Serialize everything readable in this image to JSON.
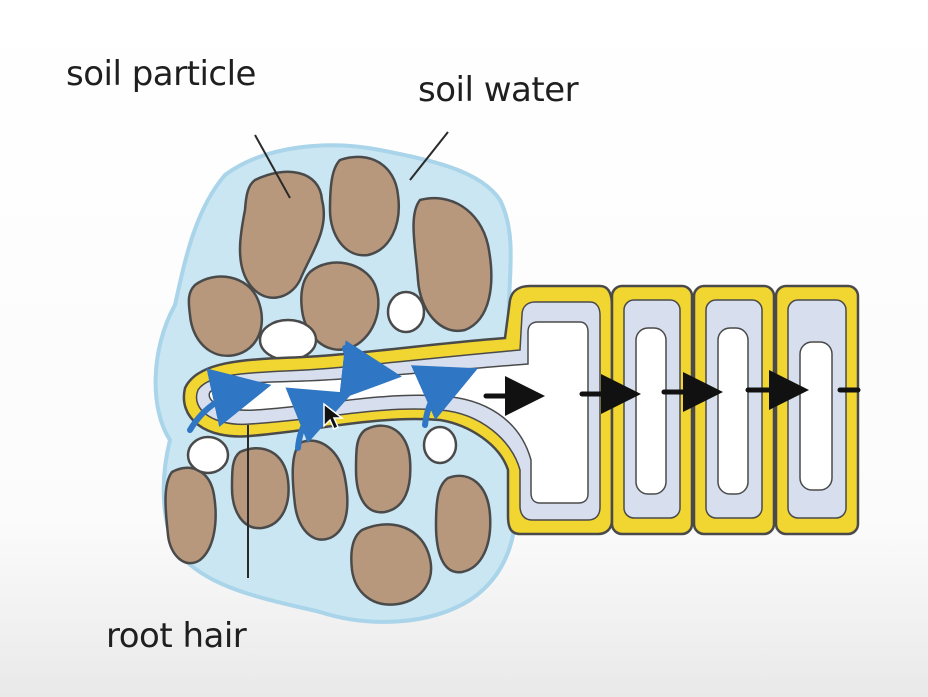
{
  "labels": {
    "soil_particle": "soil particle",
    "soil_water": "soil water",
    "root_hair": "root hair"
  },
  "colors": {
    "soil_water": "#c9e6f2",
    "soil_particle": "#b8987c",
    "cell_wall": "#f1d530",
    "cytoplasm": "#d7dfee",
    "vacuole": "#ffffff",
    "water_arrow": "#2f76c4",
    "transport_arrow": "#111111",
    "outline": "#4a4a4a"
  },
  "icons": {
    "cursor": "mouse-pointer-icon"
  }
}
